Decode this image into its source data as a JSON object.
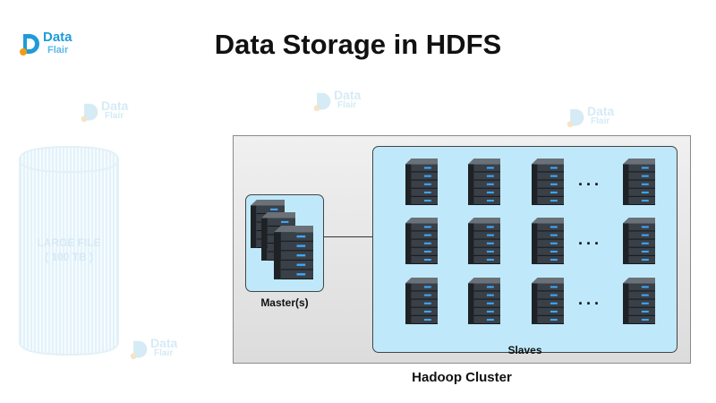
{
  "logo": {
    "line1": "Data",
    "line2": "Flair"
  },
  "title": "Data Storage in HDFS",
  "large_file": {
    "line1": "LARGE FILE",
    "line2": "( 100 TB )"
  },
  "labels": {
    "master": "Master(s)",
    "slaves": "Slaves",
    "cluster": "Hadoop Cluster"
  },
  "ellipsis": "...",
  "colors": {
    "brand": "#1f9bd7",
    "box_fill": "#bfe9fb",
    "watermark": "#d5ebf5",
    "server_led": "#3fa9ff"
  },
  "icons": {
    "server": "server-rack-icon",
    "logo": "dataflair-logo-icon"
  },
  "slave_grid": {
    "rows": 3,
    "columns": 4
  }
}
